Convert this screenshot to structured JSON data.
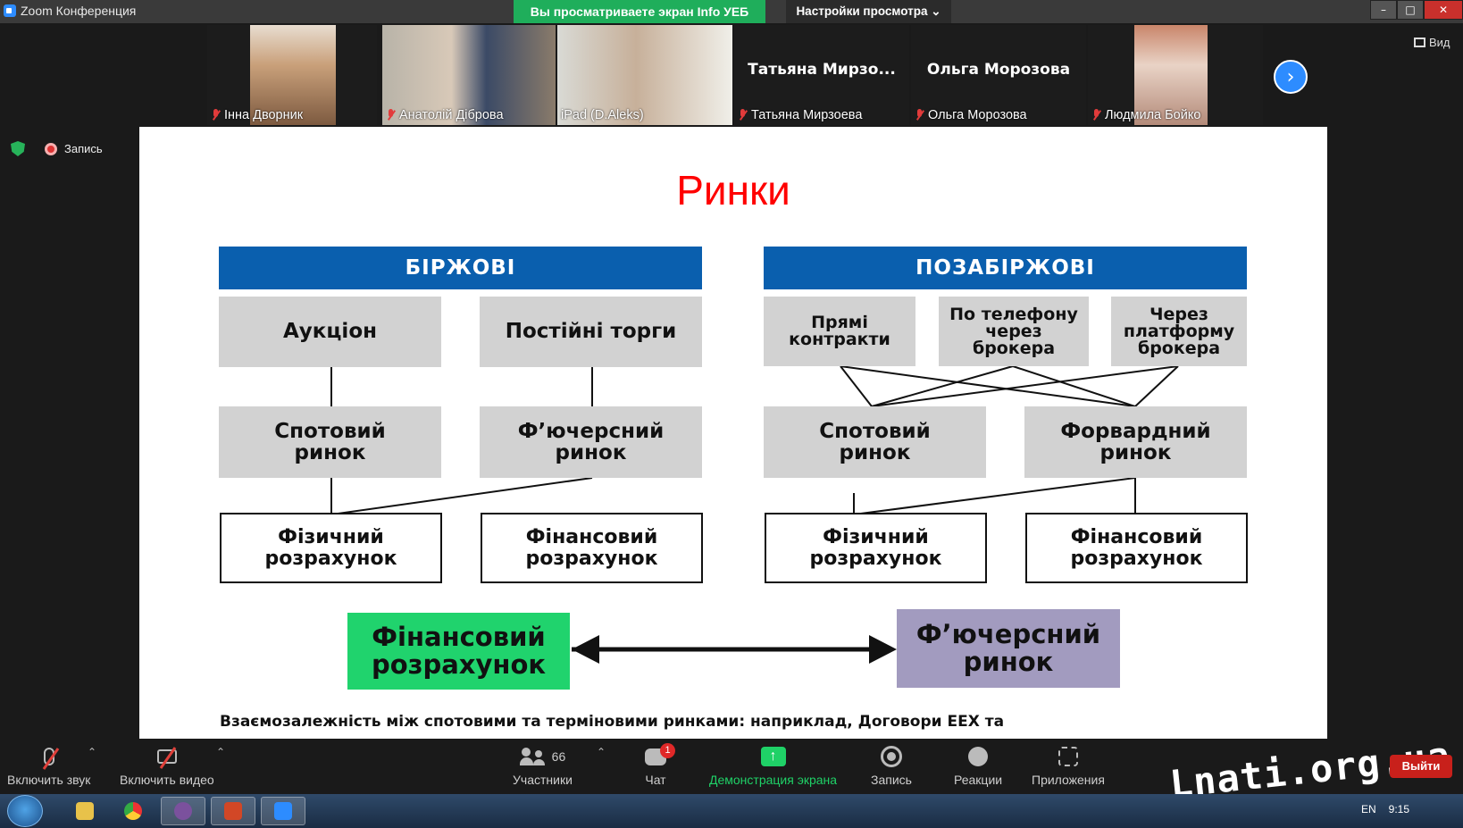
{
  "window": {
    "app_title": "Zoom Конференция",
    "share_banner": "Вы просматриваете экран Info УЕБ",
    "view_options": "Настройки просмотра ⌄",
    "view_button": "Вид"
  },
  "participants": [
    {
      "name": "Інна Дворник",
      "muted": true
    },
    {
      "name": "Анатолій Діброва",
      "muted": true
    },
    {
      "name": "iPad (D.Aleks)",
      "muted": false,
      "active_speaker": true
    },
    {
      "name": "Татьяна Мирзоева",
      "muted": true,
      "tile_text": "Татьяна  Мирзо..."
    },
    {
      "name": "Ольга Морозова",
      "muted": true,
      "tile_text": "Ольга Морозова"
    },
    {
      "name": "Людмила Бойко",
      "muted": true
    }
  ],
  "meeting_status": {
    "recording_label": "Запись"
  },
  "slide": {
    "title": "Ринки",
    "left": {
      "header": "БІРЖОВІ",
      "top_boxes": [
        "Аукціон",
        "Постійні торги"
      ],
      "mid_boxes": [
        "Спотовий\nринок",
        "Ф’ючерсний\nринок"
      ],
      "bottom_boxes": [
        "Фізичний\nрозрахунок",
        "Фінансовий\nрозрахунок"
      ]
    },
    "right": {
      "header": "ПОЗАБІРЖОВІ",
      "top_boxes": [
        "Прямі\nконтракти",
        "По телефону\nчерез\nброкера",
        "Через\nплатформу\nброкера"
      ],
      "mid_boxes": [
        "Спотовий\nринок",
        "Форвардний\nринок"
      ],
      "bottom_boxes": [
        "Фізичний\nрозрахунок",
        "Фінансовий\nрозрахунок"
      ]
    },
    "link_left": "Фінансовий\nрозрахунок",
    "link_right": "Ф’ючерсний\nринок",
    "caption": "Взаємозалежність між спотовими та терміновими ринками: наприклад, Договори ЕЕХ та"
  },
  "toolbar": {
    "unmute": "Включить звук",
    "start_video": "Включить видео",
    "participants": "Участники",
    "participants_count": "66",
    "chat": "Чат",
    "chat_badge": "1",
    "share": "Демонстрация экрана",
    "record": "Запись",
    "reactions": "Реакции",
    "apps": "Приложения",
    "leave": "Выйти"
  },
  "watermark": "Lnati.org.ua",
  "taskbar": {
    "lang": "EN",
    "time": "9:15"
  },
  "colors": {
    "share_green": "#1fae5b",
    "slide_title_red": "#ff0000",
    "header_blue": "#0a5fae",
    "box_gray": "#d2d2d2",
    "link_green": "#20d36d",
    "link_purple": "#a29bbf",
    "zoom_blue": "#2d8cff",
    "leave_red": "#c8201b"
  }
}
